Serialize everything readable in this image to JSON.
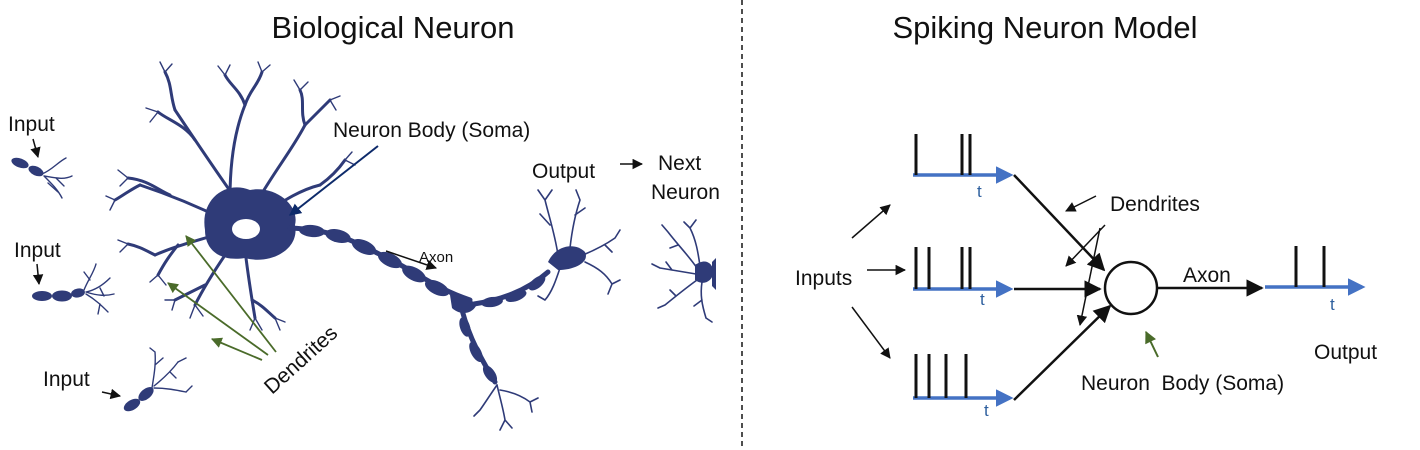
{
  "colors": {
    "neuron": "#2f3b78",
    "timeline": "#4472c4",
    "soma_arrow": "#0d2a6a",
    "dendrite_arrow": "#4a6b2a",
    "ink": "#111111"
  },
  "left_panel": {
    "title": "Biological Neuron",
    "labels": {
      "soma": "Neuron Body (Soma)",
      "output": "Output",
      "next": "Next",
      "neuron_word": "Neuron",
      "axon": "Axon",
      "dendrites": "Dendrites",
      "input_1": "Input",
      "input_2": "Input",
      "input_3": "Input"
    }
  },
  "right_panel": {
    "title": "Spiking Neuron Model",
    "labels": {
      "dendrites": "Dendrites",
      "inputs": "Inputs",
      "axon": "Axon",
      "output": "Output",
      "soma": "Neuron  Body (Soma)",
      "time_symbol": "t"
    },
    "spike_trains": [
      {
        "name": "input-1",
        "spike_count": 3
      },
      {
        "name": "input-2",
        "spike_count": 4
      },
      {
        "name": "input-3",
        "spike_count": 4
      },
      {
        "name": "output",
        "spike_count": 2
      }
    ]
  },
  "icons": [
    "neuron-illustration",
    "arrow-icon",
    "spike-train-icon",
    "divider-line"
  ]
}
